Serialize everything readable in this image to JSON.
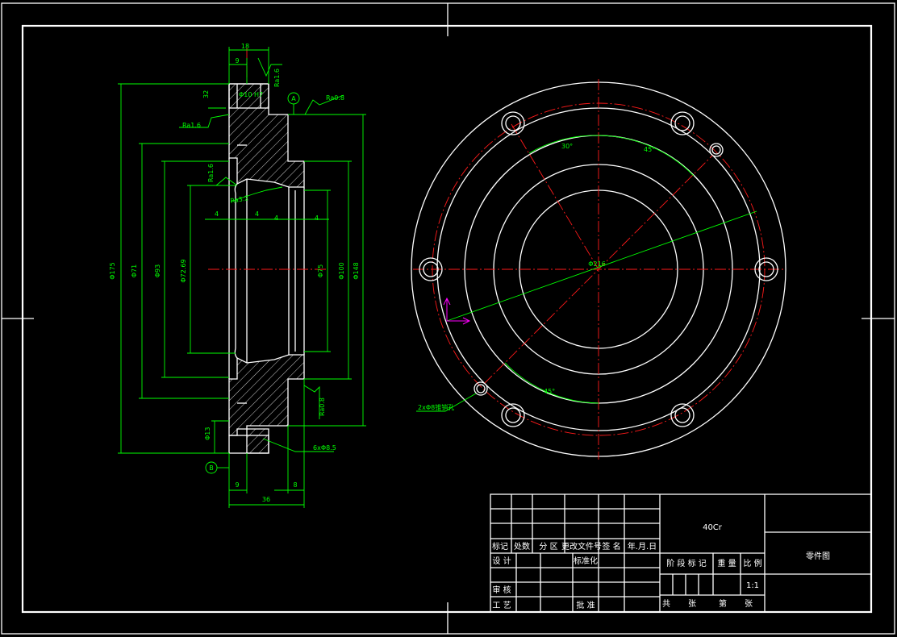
{
  "colors": {
    "background": "#000000",
    "outline": "#ffffff",
    "dimension": "#00ff00",
    "centerline": "#ff1a1a",
    "symbol": "#ff00ff"
  },
  "section_view": {
    "dims_top": {
      "overall": "18",
      "small": "9"
    },
    "dims_left": {
      "d1": "Φ175",
      "d2": "Φ71",
      "d3": "Φ93",
      "d4": "Φ72.69"
    },
    "dims_right": {
      "d1": "Φ75",
      "d2": "Φ100",
      "d3": "Φ148"
    },
    "steps": [
      "4",
      "4",
      "4",
      "4"
    ],
    "roughness": {
      "r1": "Ra1.6",
      "r2": "Ra0.8",
      "r3": "Ra1.6",
      "r4": "Ra1.6",
      "r5": "Ra3.2",
      "r6": "Ra0.8"
    },
    "hole_labels": {
      "top": "Φ10 H7",
      "dim_32": "32",
      "bottom": "Φ13"
    },
    "datums": {
      "a": "A",
      "b": "B"
    },
    "dims_bottom": {
      "left": "9",
      "right": "8",
      "overall": "36"
    },
    "holes_note": "6xΦ8.5"
  },
  "plan_view": {
    "center_label": "Φ216",
    "angles": [
      "30°",
      "45°",
      "45°"
    ],
    "pin_note": "2xΦ8锥销孔"
  },
  "title_block": {
    "material": "40Cr",
    "drawing_name": "零件图",
    "row_headers": [
      "标记",
      "处数",
      "分 区",
      "更改文件号",
      "签 名",
      "年.月.日"
    ],
    "labels": {
      "design": "设 计",
      "standardize": "标准化",
      "check": "审 核",
      "process": "工 艺",
      "approve": "批 准"
    },
    "right_headers": [
      "阶 段 标 记",
      "重 量",
      "比 例"
    ],
    "scale": "1:1",
    "sheet": [
      "共",
      "张",
      "第",
      "张"
    ]
  }
}
